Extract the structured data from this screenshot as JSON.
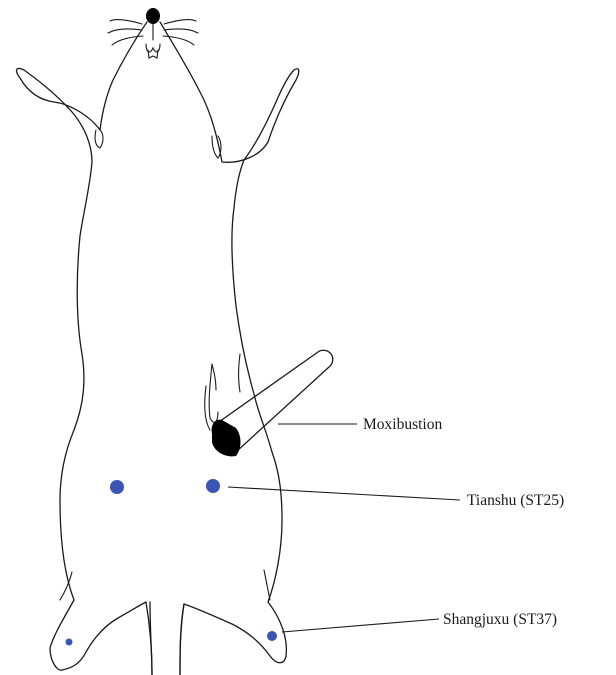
{
  "labels": {
    "moxibustion": "Moxibustion",
    "tianshu": "Tianshu (ST25)",
    "shangjuxu": "Shangjuxu (ST37)"
  },
  "colors": {
    "acupoint": "#3a55b4",
    "outline": "#1a1a1a",
    "moxa_tip": "#000000"
  }
}
